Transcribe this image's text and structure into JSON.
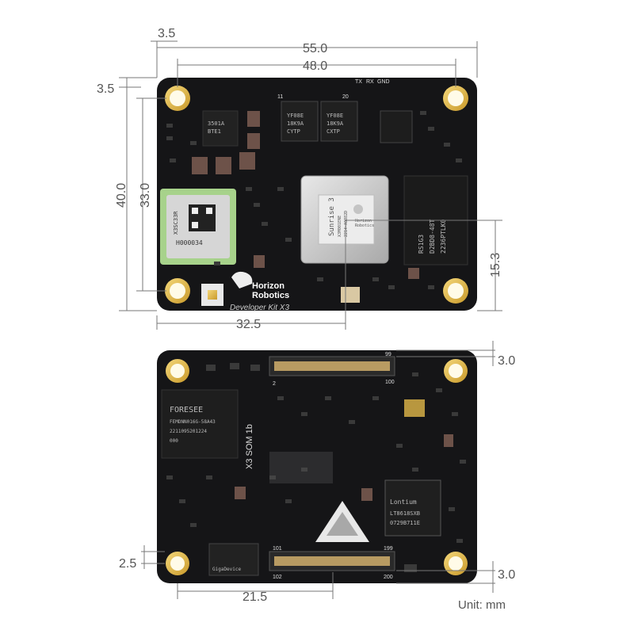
{
  "dimensions": {
    "top_board": {
      "hole_offset_x": "3.5",
      "total_width": "55.0",
      "hole_spacing_x": "48.0",
      "hole_offset_y": "3.5",
      "total_height": "40.0",
      "hole_spacing_y": "33.0",
      "soc_center_x": "32.5",
      "soc_center_y": "15.3"
    },
    "bottom_board": {
      "connector_offset_top": "3.0",
      "connector_offset_bottom": "3.0",
      "hole_offset_left": "2.5",
      "connector_distance": "21.5"
    }
  },
  "unit_label": "Unit: mm",
  "board_top": {
    "wifi_module_lines": [
      "X3SC33R",
      "H000034"
    ],
    "soc_lines": [
      "Horizon",
      "Robotics",
      "Sunrise 3",
      "X3M001ENE",
      "2214-A0082D"
    ],
    "ram_lines": [
      "RS1G3",
      "D2BD8-48T",
      "2236PTLK0"
    ],
    "chip_a_lines": [
      "3501A",
      "BTE1"
    ],
    "chip_b_lines": [
      "YF08E",
      "18K9A",
      "CYTP"
    ],
    "chip_c_lines": [
      "YF08E",
      "18K9A",
      "CXTP"
    ],
    "logo_lines": [
      "Horizon",
      "Robotics"
    ],
    "kit_label": "Developer Kit X3",
    "header_labels": [
      "TX",
      "RX",
      "GND"
    ],
    "header_pins": [
      "11",
      "20"
    ]
  },
  "board_bottom": {
    "flash_lines": [
      "FORESEE",
      "FEMDNN016G-58A43",
      "2211095201224",
      "000"
    ],
    "som_label": "X3 SOM 1b",
    "bridge_lines": [
      "Lontium",
      "LT8618SXB",
      "0729B711E"
    ],
    "small_chip_lines": [
      "GigaDevice"
    ],
    "pin_labels": {
      "top_left": "2",
      "top_right_upper": "99",
      "top_right_lower": "100",
      "bottom_left_upper": "101",
      "bottom_left_lower": "102",
      "bottom_right_upper": "199",
      "bottom_right_lower": "200"
    }
  }
}
